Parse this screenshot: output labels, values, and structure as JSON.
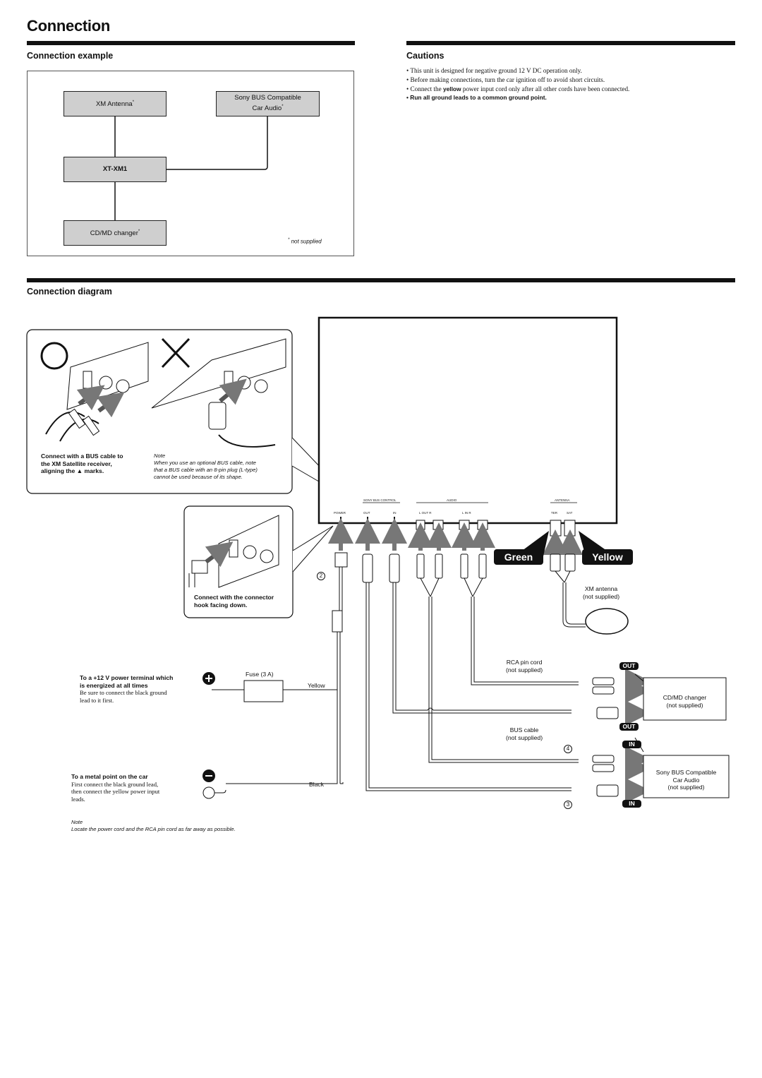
{
  "title": "Connection",
  "example": {
    "heading": "Connection example",
    "boxes": {
      "xm_antenna": "XM Antenna",
      "sony_bus_line1": "Sony BUS Compatible",
      "sony_bus_line2": "Car Audio",
      "xt_xm1": "XT-XM1",
      "cdmd": "CD/MD changer"
    },
    "star": "*",
    "not_supplied_note": "not supplied"
  },
  "cautions": {
    "heading": "Cautions",
    "items": [
      "This unit is designed for negative ground 12 V DC operation only.",
      "Before making connections, turn the car ignition off to avoid short circuits.",
      "Run all ground leads to a common ground point."
    ],
    "item3_pre": "Connect the ",
    "item3_bold": "yellow",
    "item3_post": " power input cord only after all other cords have been connected.",
    "bullet": "•"
  },
  "diagram": {
    "heading": "Connection diagram",
    "bus_instruction_l1": "Connect with a BUS cable to",
    "bus_instruction_l2": "the XM Satellite receiver,",
    "bus_instruction_l3": "aligning the ▲ marks.",
    "note_label": "Note",
    "note_text_l1": "When you use an optional BUS cable, note",
    "note_text_l2": "that a BUS cable with an 8-pin plug (L-type)",
    "note_text_l3": "cannot be used because of its shape.",
    "connector_l1": "Connect with the connector",
    "connector_l2": "hook facing down.",
    "panel": {
      "sony_bus_control": "SONY BUS CONTROL",
      "audio": "AUDIO",
      "antenna": "ANTENNA",
      "power": "POWER",
      "out": "OUT",
      "in": "IN",
      "audio_out": "L  OUT  R",
      "audio_in": "L   IN   R",
      "ter": "TER",
      "sat": "SAT"
    },
    "green": "Green",
    "yellow_tag": "Yellow",
    "xm_antenna_l1": "XM antenna",
    "xm_antenna_l2": "(not supplied)",
    "rca_l1": "RCA pin cord",
    "rca_l2": "(not supplied)",
    "bus_cable_l1": "BUS cable",
    "bus_cable_l2": "(not supplied)",
    "cdmd_l1": "CD/MD changer",
    "cdmd_l2": "(not supplied)",
    "sony_l1": "Sony BUS Compatible",
    "sony_l2": "Car Audio",
    "sony_l3": "(not supplied)",
    "tag_out": "OUT",
    "tag_in": "IN",
    "num2": "2",
    "num3": "3",
    "num4": "4",
    "fuse": "Fuse (3 A)",
    "yellow_wire": "Yellow",
    "black_wire": "Black",
    "plus_l1": "To a +12 V power terminal which",
    "plus_l2": "is energized at all times",
    "plus_l3": "Be sure to connect the black ground",
    "plus_l4": "lead to it first.",
    "metal_l1": "To a metal point on the car",
    "metal_l2": "First connect the black ground lead,",
    "metal_l3": "then connect the yellow power input",
    "metal_l4": "leads.",
    "bottom_note_label": "Note",
    "bottom_note_text": "Locate the power cord and the RCA pin cord as far away as possible."
  }
}
